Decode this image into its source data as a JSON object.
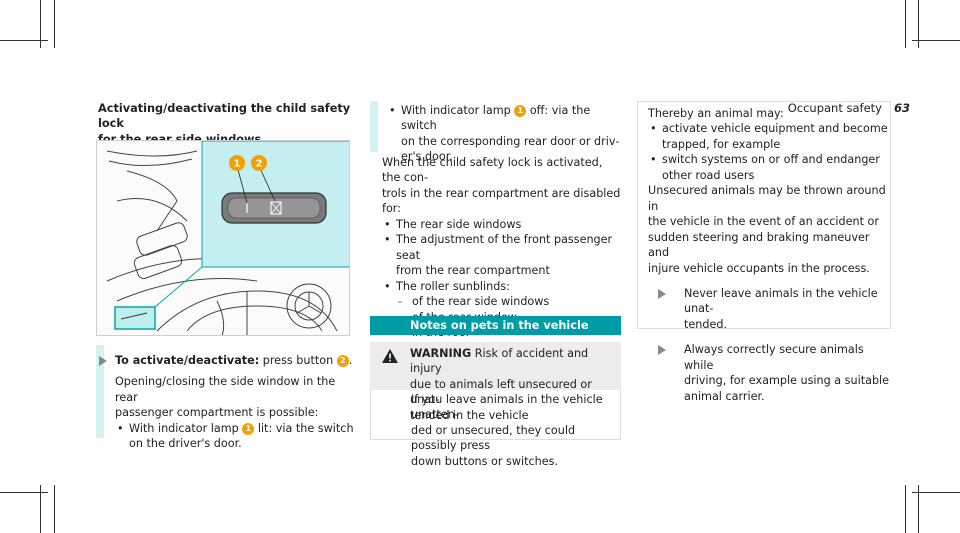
{
  "header": {
    "section": "Occupant safety",
    "page": "63"
  },
  "heading": {
    "line1": "Activating/deactivating the child safety lock",
    "line2": "for the rear side windows"
  },
  "figure": {
    "callout1": "1",
    "callout2": "2"
  },
  "col1": {
    "step_label": "To activate/deactivate:",
    "step_text": " press button ",
    "step_num": "2",
    "step_end": ".",
    "para1_l1": "Opening/closing the side window in the rear",
    "para1_l2": "passenger compartment is possible:",
    "bullet1_a": "With indicator lamp ",
    "bullet1_num": "1",
    "bullet1_b": " lit: via the switch",
    "bullet1_l2": "on the driver's door."
  },
  "col2": {
    "bullet2_a": "With indicator lamp ",
    "bullet2_num": "1",
    "bullet2_b": " off: via the switch",
    "bullet2_l2": "on the corresponding rear door or driv-",
    "bullet2_l3": "er's door.",
    "para_l1": "When the child safety lock is activated, the con-",
    "para_l2": "trols in the rear compartment are disabled for:",
    "list": [
      "The rear side windows",
      "The adjustment of the front passenger seat",
      "from the rear compartment",
      "The roller sunblinds:"
    ],
    "dashes": [
      "of the rear side windows",
      "of the rear window",
      "in the roof"
    ],
    "notes_title": "Notes on pets in the vehicle",
    "warn_label": "WARNING",
    "warn_l1": " Risk of accident and injury",
    "warn_l2": "due to animals left unsecured or unat-",
    "warn_l3": "tended in the vehicle",
    "body_l1": "If you leave animals in the vehicle unatten-",
    "body_l2": "ded or unsecured, they could possibly press",
    "body_l3": "down buttons or switches."
  },
  "col3": {
    "intro": "Thereby an animal may:",
    "b1_l1": "activate vehicle equipment and become",
    "b1_l2": "trapped, for example",
    "b2_l1": "switch systems on or off and endanger",
    "b2_l2": "other road users",
    "p_l1": "Unsecured animals may be thrown around in",
    "p_l2": "the vehicle in the event of an accident or",
    "p_l3": "sudden steering and braking maneuver and",
    "p_l4": "injure vehicle occupants in the process.",
    "a1_l1": "Never leave animals in the vehicle unat-",
    "a1_l2": "tended.",
    "a2_l1": "Always correctly secure animals while",
    "a2_l2": "driving, for example using a suitable",
    "a2_l3": "animal carrier."
  },
  "colors": {
    "accent_teal": "#009ca6",
    "light_cyan": "#d4f1f4",
    "callout_orange": "#f0a000"
  }
}
